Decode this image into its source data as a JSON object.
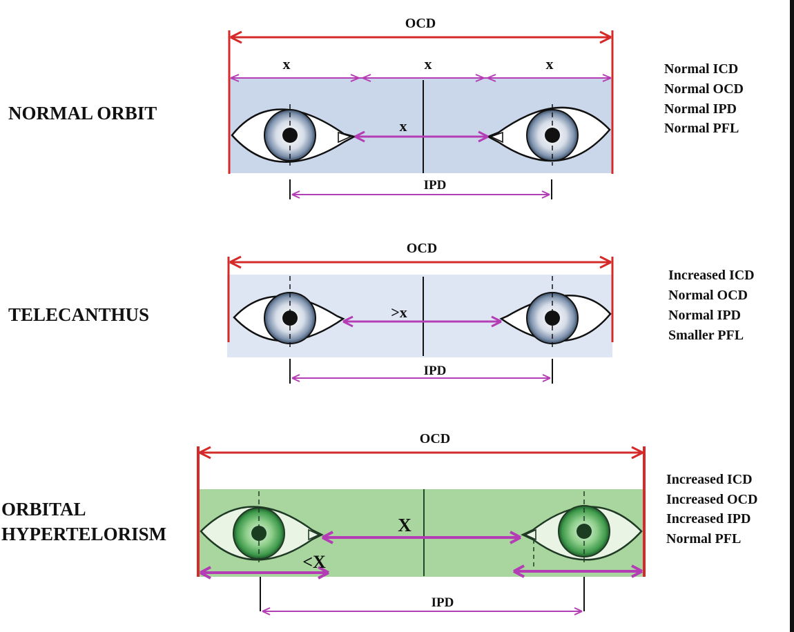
{
  "diagram": {
    "panels": [
      {
        "id": "normal",
        "title": "NORMAL ORBIT",
        "ocd_label": "OCD",
        "segment_labels": [
          "x",
          "x",
          "x"
        ],
        "icd_label": "x",
        "ipd_label": "IPD",
        "facts": [
          "Normal ICD",
          "Normal OCD",
          "Normal IPD",
          "Normal PFL"
        ]
      },
      {
        "id": "telecanthus",
        "title": "TELECANTHUS",
        "ocd_label": "OCD",
        "icd_label": ">x",
        "ipd_label": "IPD",
        "facts": [
          "Increased ICD",
          "Normal OCD",
          "Normal IPD",
          "Smaller PFL"
        ]
      },
      {
        "id": "hypertelorism",
        "title_lines": [
          "ORBITAL",
          "HYPERTELORISM"
        ],
        "ocd_label": "OCD",
        "icd_label": "X",
        "pfl_label": "<X",
        "ipd_label": "IPD",
        "facts": [
          "Increased ICD",
          "Increased OCD",
          "Increased IPD",
          "Normal PFL"
        ]
      }
    ],
    "colors": {
      "ocd": "#d42a2a",
      "measure": "#b43cb4",
      "normal_fill": "#cad6ea",
      "telecanthus_fill": "#dfe6f3",
      "hypertelorism_fill": "#a8d69e",
      "outline": "#111111",
      "iris_blue": "#6f86a4",
      "iris_green": "#4a9a58"
    }
  }
}
